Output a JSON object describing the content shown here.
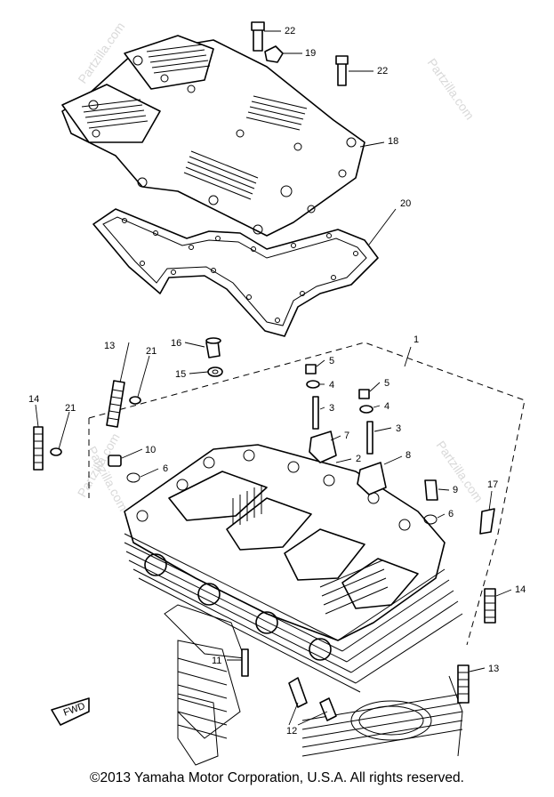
{
  "callouts": {
    "c1": "1",
    "c2": "2",
    "c3a": "3",
    "c3b": "3",
    "c4a": "4",
    "c4b": "4",
    "c5a": "5",
    "c5b": "5",
    "c6a": "6",
    "c6b": "6",
    "c7": "7",
    "c8": "8",
    "c9": "9",
    "c10": "10",
    "c11": "11",
    "c12": "12",
    "c13a": "13",
    "c13b": "13",
    "c14a": "14",
    "c14b": "14",
    "c15": "15",
    "c16": "16",
    "c17": "17",
    "c18": "18",
    "c19": "19",
    "c20": "20",
    "c21a": "21",
    "c21b": "21",
    "c22a": "22",
    "c22b": "22"
  },
  "fwd_label": "FWD",
  "watermarks": [
    "Partzilla.com",
    "Partzilla.com",
    "Partzilla.com",
    "Partzilla.com",
    "Partzilla.com"
  ],
  "copyright": "©2013  Yamaha Motor Corporation, U.S.A. All rights reserved."
}
